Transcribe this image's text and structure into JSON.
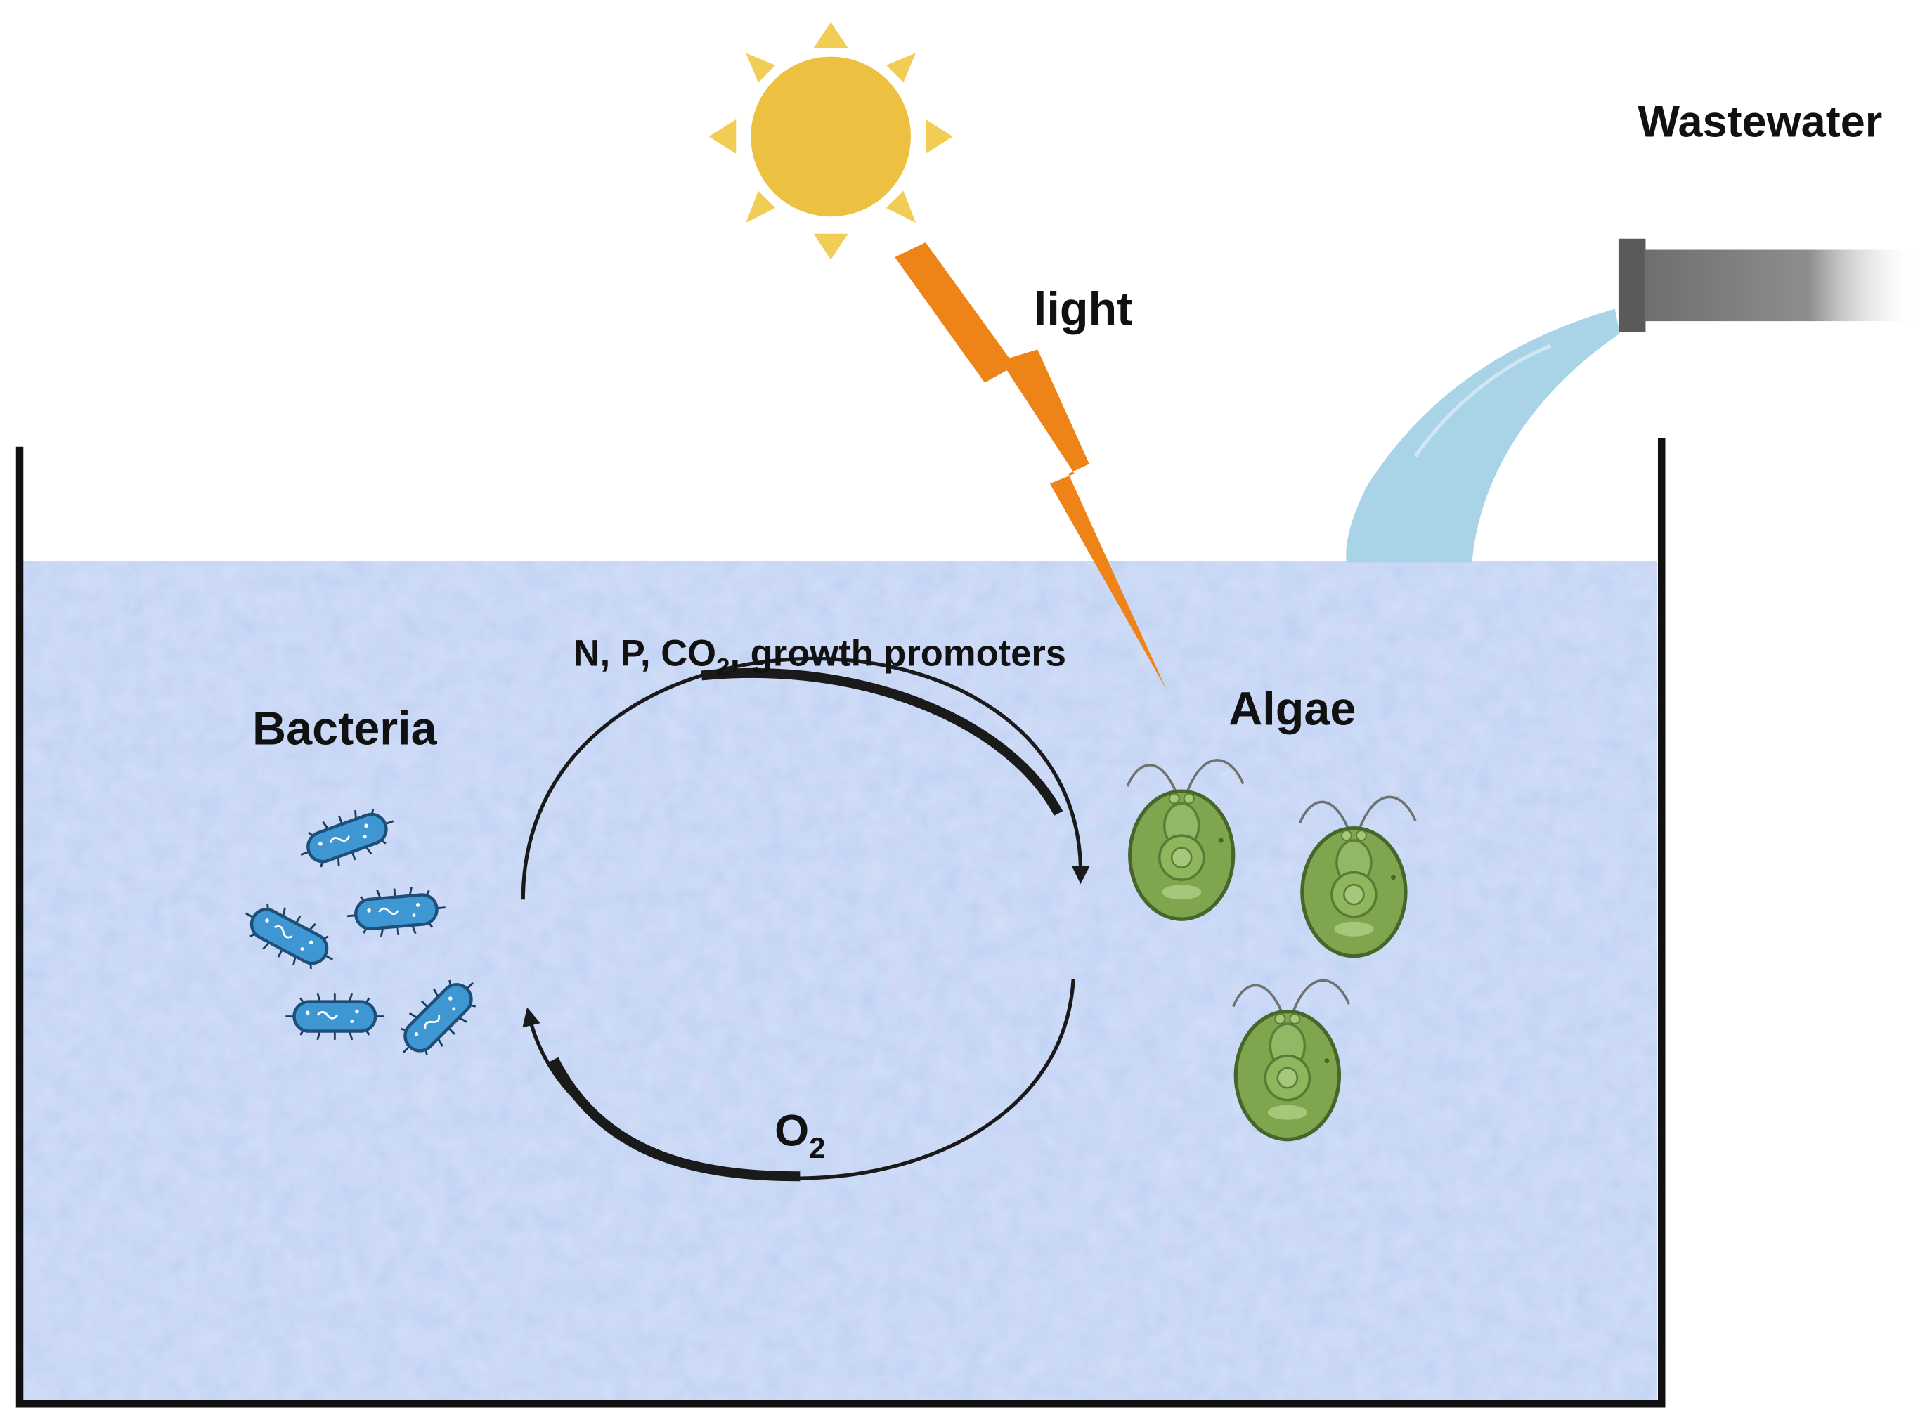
{
  "labels": {
    "wastewater": "Wastewater",
    "light": "light",
    "bacteria": "Bacteria",
    "algae": "Algae",
    "top_flow_prefix": "N, P, CO",
    "top_flow_sub": "2",
    "top_flow_suffix": ", growth promoters",
    "bottom_flow_main": "O",
    "bottom_flow_sub": "2"
  },
  "icons": {
    "sun": "sun-icon",
    "lightning": "lightning-bolt-icon",
    "pipe": "pipe-icon",
    "water_stream": "water-stream-icon",
    "bacterium": "bacterium-icon",
    "alga": "alga-cell-icon"
  },
  "colors": {
    "sun": "#ECC142",
    "sun_rays": "#F2CD56",
    "lightning": "#EE8418",
    "water": "#BCCCF2",
    "water_stream": "#A9D3E6",
    "pipe": "#808080",
    "bacteria": "#3E97D3",
    "algae": "#7FA64E",
    "arrows": "#1A1A1A",
    "tank_outline": "#111111"
  }
}
